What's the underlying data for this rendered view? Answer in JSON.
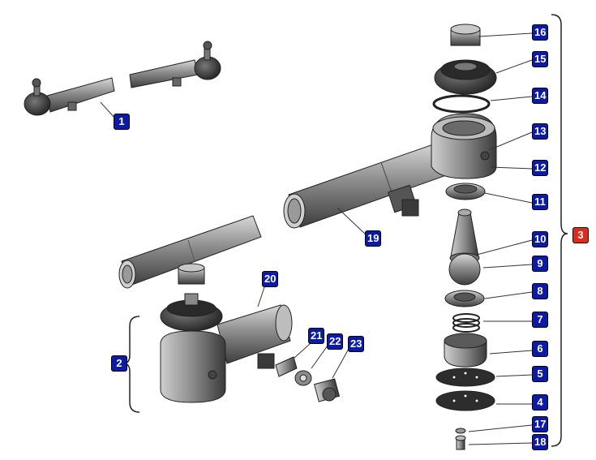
{
  "colors": {
    "callout_blue": "#0c1aa8",
    "callout_red": "#e02a1a",
    "part_fill": "#8a8a8a",
    "leader": "#333333"
  },
  "labels": {
    "l1": "1",
    "l2": "2",
    "l3": "3",
    "l4": "4",
    "l5": "5",
    "l6": "6",
    "l7": "7",
    "l8": "8",
    "l9": "9",
    "l10": "10",
    "l11": "11",
    "l12": "12",
    "l13": "13",
    "l14": "14",
    "l15": "15",
    "l16": "16",
    "l17": "17",
    "l18": "18",
    "l19": "19",
    "l20": "20",
    "l21": "21",
    "l22": "22",
    "l23": "23"
  }
}
